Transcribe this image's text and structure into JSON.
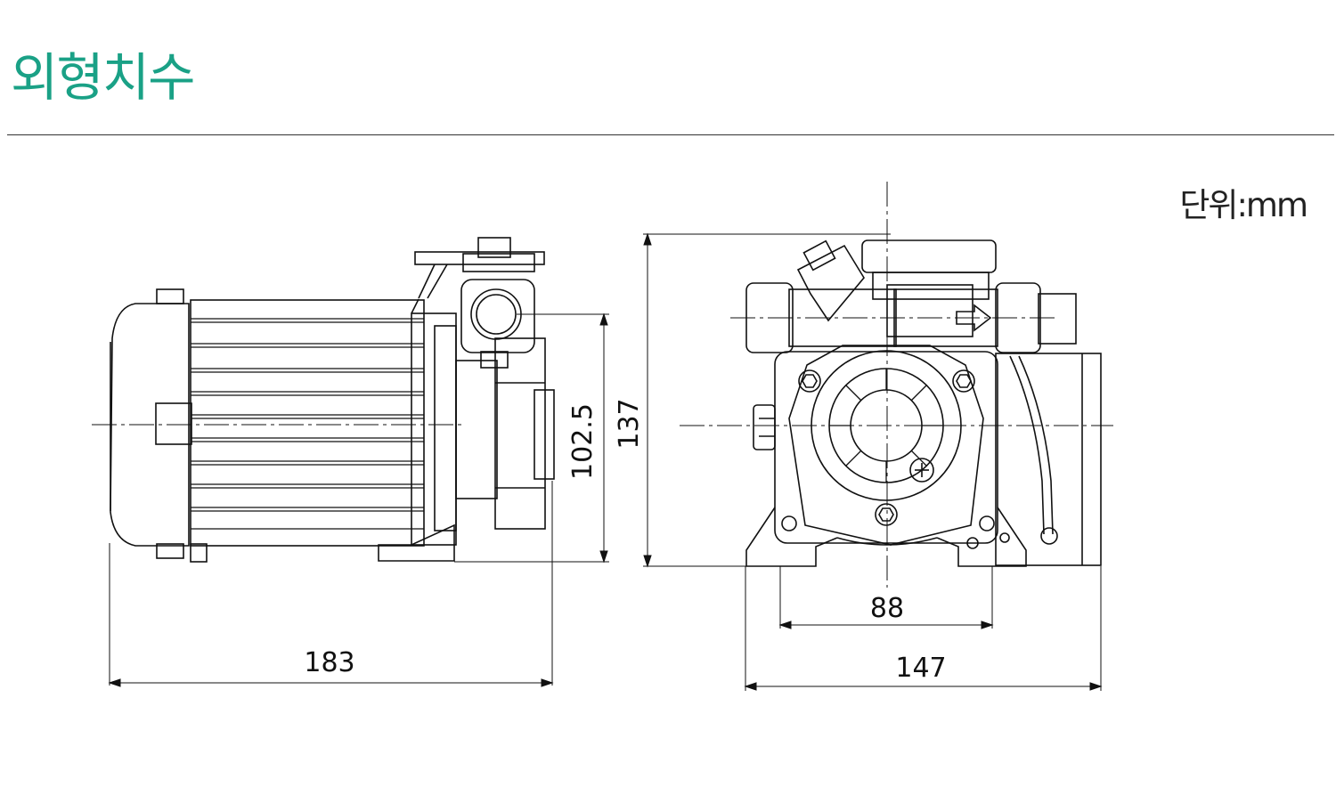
{
  "header": {
    "title": "외형치수",
    "unit": "단위:mm"
  },
  "colors": {
    "title": "#1aa186",
    "line": "#111111"
  },
  "dimensions": {
    "side_length": "183",
    "side_height": "102.5",
    "front_height": "137",
    "base_span": "88",
    "front_width": "147"
  }
}
